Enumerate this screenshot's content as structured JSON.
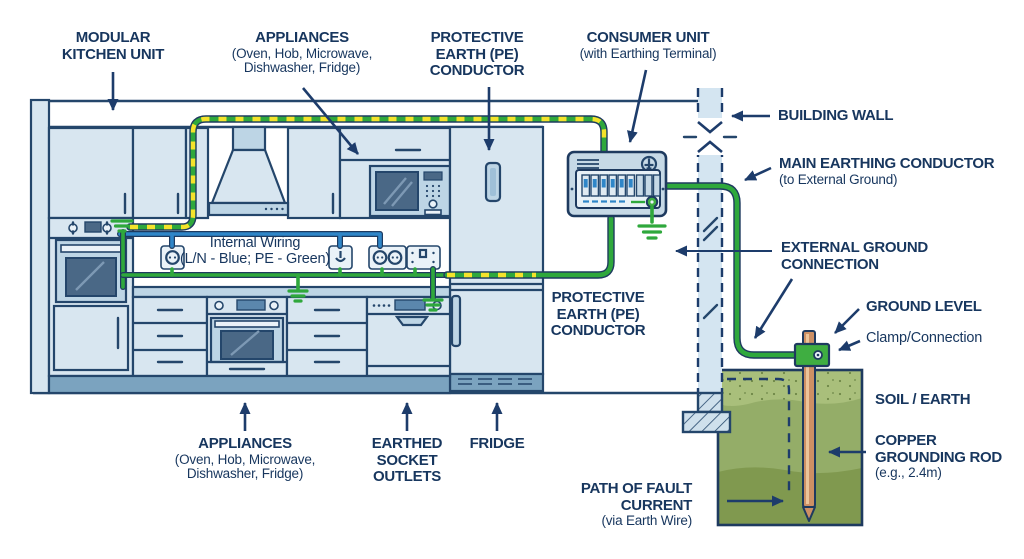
{
  "labels": {
    "modular_kitchen": {
      "l1": "MODULAR",
      "l2": "KITCHEN UNIT"
    },
    "appliances_top": {
      "l1": "APPLIANCES",
      "l2": "(Oven, Hob, Microwave,",
      "l3": "Dishwasher, Fridge)"
    },
    "pe_conductor_top": {
      "l1": "PROTECTIVE",
      "l2": "EARTH (PE)",
      "l3": "CONDUCTOR"
    },
    "consumer_unit": {
      "l1": "CONSUMER UNIT",
      "l2": "(with Earthing Terminal)"
    },
    "building_wall": {
      "l1": "BUILDING WALL"
    },
    "main_earthing_conductor": {
      "l1": "MAIN EARTHING CONDUCTOR",
      "l2": "(to External Ground)"
    },
    "external_ground_connection": {
      "l1": "EXTERNAL GROUND",
      "l2": "CONNECTION"
    },
    "ground_level": {
      "l1": "GROUND LEVEL"
    },
    "clamp_connection": {
      "l1": "Clamp/Connection"
    },
    "soil_earth": {
      "l1": "SOIL / EARTH"
    },
    "copper_grounding_rod": {
      "l1": "COPPER",
      "l2": "GROUNDING ROD",
      "l3": "(e.g., 2.4m)"
    },
    "path_of_fault_current": {
      "l1": "PATH OF FAULT",
      "l2": "CURRENT",
      "l3": "(via Earth Wire)"
    },
    "pe_conductor_mid": {
      "l1": "PROTECTIVE",
      "l2": "EARTH (PE)",
      "l3": "CONDUCTOR"
    },
    "appliances_bottom": {
      "l1": "APPLIANCES",
      "l2": "(Oven, Hob, Microwave,",
      "l3": "Dishwasher, Fridge)"
    },
    "earthed_socket_outlets": {
      "l1": "EARTHED",
      "l2": "SOCKET",
      "l3": "OUTLETS"
    },
    "fridge": {
      "l1": "FRIDGE"
    },
    "internal_wiring": {
      "l1": "Internal Wiring",
      "l2": "(L/N - Blue; PE - Green)"
    }
  },
  "colors": {
    "label_navy": "#17365e",
    "outline_navy": "#24466b",
    "pe_wire_green": "#2fa83c",
    "pe_wire_yellow": "#f4e32b",
    "ln_wire_blue": "#2f86c8",
    "cabinet_fill": "#d8e6f0",
    "cabinet_dark": "#bdd5e5",
    "plinth_blue": "#7ba3bf",
    "glass_blue": "#4a6886",
    "wall_fill": "#d4e5f1",
    "soil_light": "#a9bf7b",
    "soil_mid": "#94ad68",
    "soil_dark": "#80994f",
    "copper": "#cd9064",
    "background": "#ffffff"
  }
}
